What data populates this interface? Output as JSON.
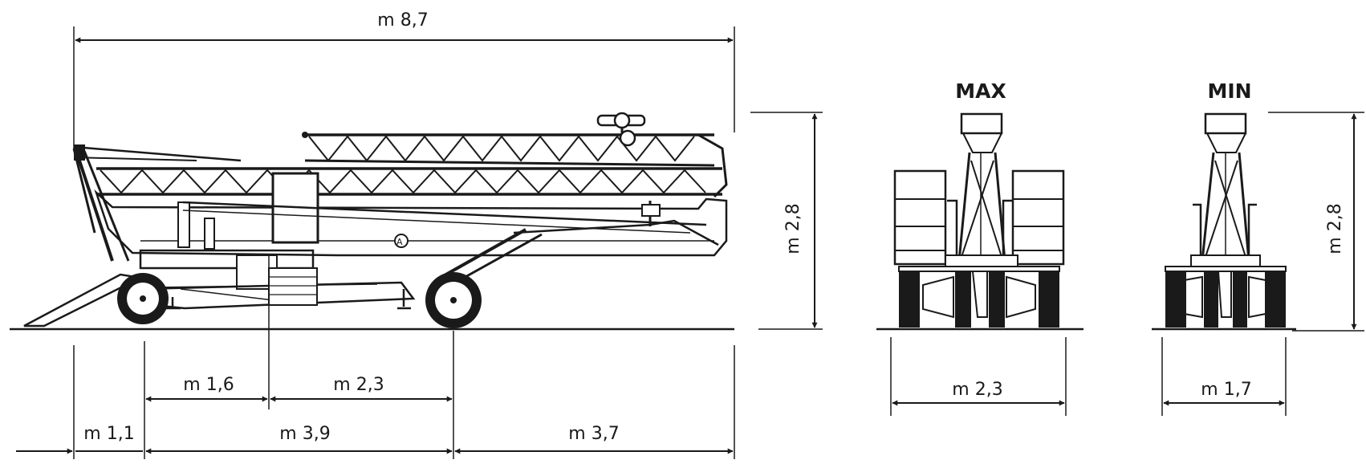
{
  "dimensions": {
    "overall_length": "m 8,7",
    "height_side": "m 2,8",
    "front_axle_to_pivot": "m 1,6",
    "pivot_to_rear_axle": "m 2,3",
    "tow_to_front_axle": "m 1,1",
    "front_to_rear_axle": "m 3,9",
    "rear_overhang": "m 3,7",
    "width_max": "m 2,3",
    "width_min": "m 1,7",
    "height_min": "m 2,8"
  },
  "views": {
    "max_label": "MAX",
    "min_label": "MIN"
  },
  "colors": {
    "ink": "#1a1a1a",
    "paper": "#ffffff"
  }
}
